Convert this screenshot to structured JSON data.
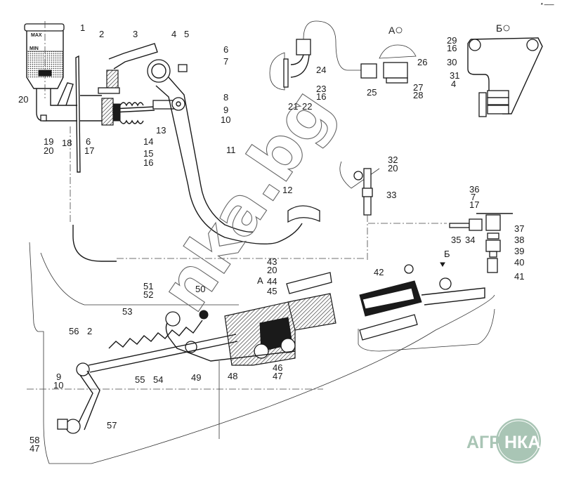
{
  "diagram": {
    "title": "Clutch hydraulic drive assembly (exploded view)",
    "view_labels": {
      "view_a": "А",
      "view_b": "Б",
      "arrow_a": "А",
      "arrow_b": "Б"
    },
    "reservoir_marks": {
      "max": "MAX",
      "min": "MIN"
    },
    "callouts": {
      "c1": "1",
      "c2": "2",
      "c3": "3",
      "c4": "4",
      "c5": "5",
      "c6": "6",
      "c7": "7",
      "c8": "8",
      "c9_10": [
        "9",
        "10"
      ],
      "c11": "11",
      "c12": "12",
      "c13": "13",
      "c14": "14",
      "c15_16": [
        "15",
        "16"
      ],
      "c6_17": [
        "6",
        "17"
      ],
      "c18": "18",
      "c19_20": [
        "19",
        "20"
      ],
      "c20": "20",
      "c21": "21",
      "c22": "22",
      "c23_16": [
        "23",
        "16"
      ],
      "c24": "24",
      "c25": "25",
      "c26": "26",
      "c27_28": [
        "27",
        "28"
      ],
      "c29_16": [
        "29",
        "16"
      ],
      "c30": "30",
      "c31": "31",
      "c4b": "4",
      "c32_20": [
        "32",
        "20"
      ],
      "c33": "33",
      "c34": "34",
      "c35": "35",
      "c36_7_17": [
        "36",
        "7",
        "17"
      ],
      "c37": "37",
      "c38": "38",
      "c39": "39",
      "c40": "40",
      "c41": "41",
      "c42": "42",
      "c43_20_44_45": [
        "43",
        "20",
        "44",
        "45"
      ],
      "c46_47": [
        "46",
        "47"
      ],
      "c48": "48",
      "c49": "49",
      "c50": "50",
      "c51_52": [
        "51",
        "52"
      ],
      "c53": "53",
      "c54": "54",
      "c55": "55",
      "c56": "56",
      "c2b": "2",
      "c9_10b": [
        "9",
        "10"
      ],
      "c57": "57",
      "c58_47": [
        "58",
        "47"
      ]
    },
    "watermark": "nka.bg",
    "corner_mark": "* ——"
  },
  "logo": {
    "part1": "АГРО",
    "part2": "НКА",
    "color": "#a9c5b5"
  }
}
